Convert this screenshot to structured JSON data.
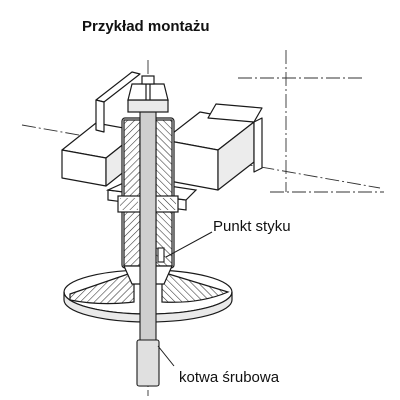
{
  "title": "Przykład montażu",
  "callouts": {
    "contact_point": "Punkt styku",
    "anchor_bolt": "kotwa śrubowa"
  },
  "colors": {
    "line": "#1a1a1a",
    "hatch": "#333333",
    "shade": "#d6d6d6",
    "background": "#ffffff"
  }
}
